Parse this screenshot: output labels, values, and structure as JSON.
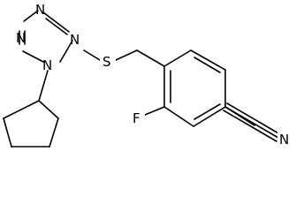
{
  "molecule": {
    "atoms": [
      {
        "id": "n1",
        "symbol": "N"
      },
      {
        "id": "n2",
        "symbol": "N"
      },
      {
        "id": "n3",
        "symbol": "N"
      },
      {
        "id": "n4",
        "symbol": "N"
      },
      {
        "id": "s",
        "symbol": "S"
      },
      {
        "id": "f",
        "symbol": "F"
      },
      {
        "id": "n_nitrile",
        "symbol": "N"
      }
    ],
    "bond_color": "#000000",
    "label_color": "#000000",
    "background": "#ffffff"
  }
}
